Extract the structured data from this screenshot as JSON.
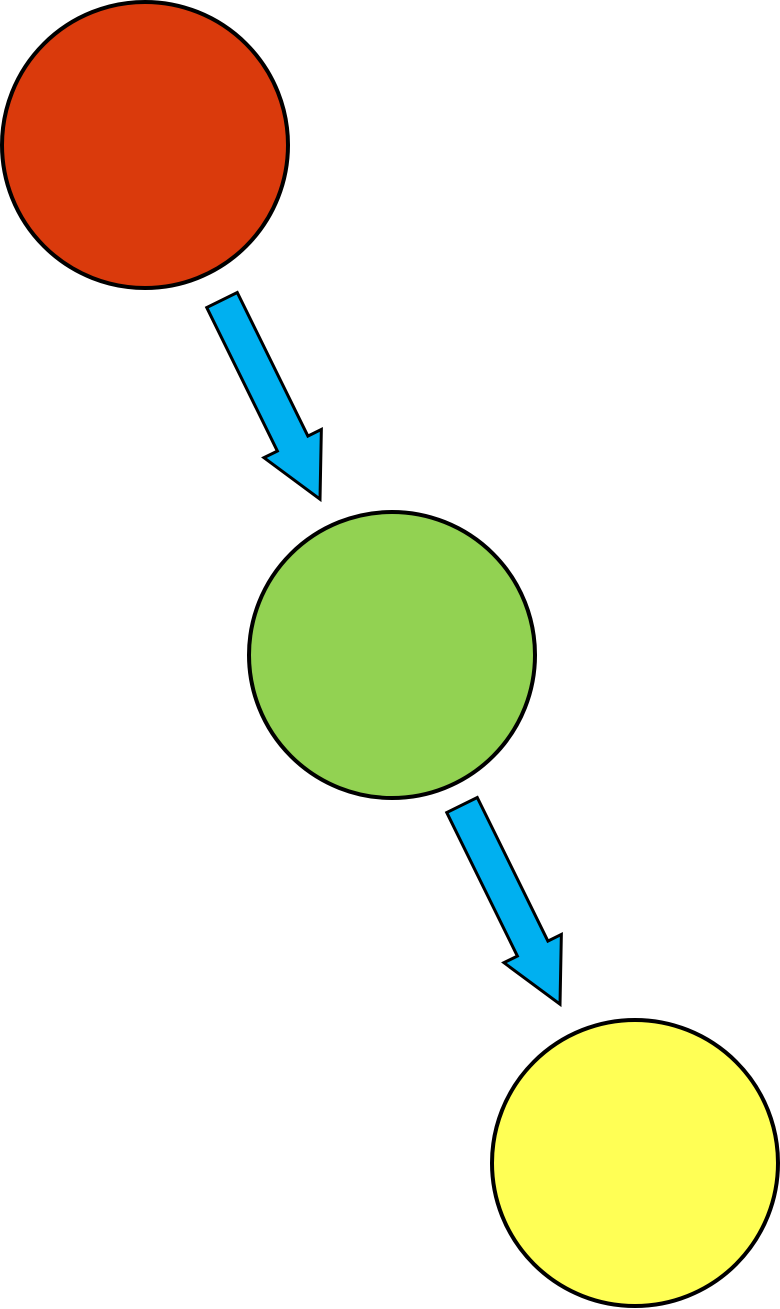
{
  "diagram": {
    "nodes": [
      {
        "id": "node-1",
        "color": "#DA3A0C"
      },
      {
        "id": "node-2",
        "color": "#92D252"
      },
      {
        "id": "node-3",
        "color": "#FFFF55"
      }
    ],
    "arrows": [
      {
        "from": "node-1",
        "to": "node-2",
        "color": "#00B0F0"
      },
      {
        "from": "node-2",
        "to": "node-3",
        "color": "#00B0F0"
      }
    ],
    "outline_color": "#000000"
  }
}
